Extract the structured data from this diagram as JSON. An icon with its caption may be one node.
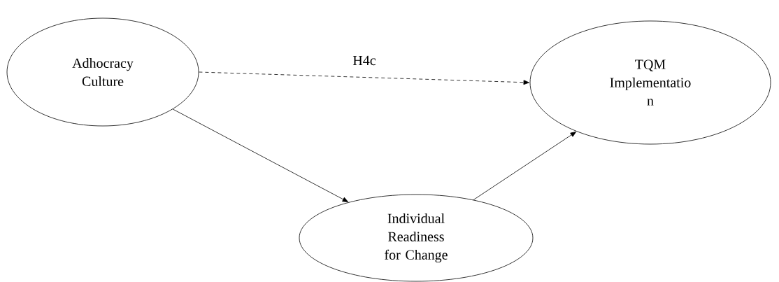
{
  "diagram": {
    "nodes": [
      {
        "text": [
          "Adhocracy Culture"
        ]
      },
      {
        "text": [
          "TQM Implementatio n"
        ]
      },
      {
        "text": [
          "Individual Readiness for Change"
        ]
      }
    ],
    "edges": [
      {
        "from": 0,
        "to": 1,
        "arrow": "to",
        "label": "H4c",
        "style": "dashed"
      },
      {
        "from": 0,
        "to": 2,
        "arrow": "to"
      },
      {
        "from": 2,
        "to": 1,
        "arrow": "to"
      }
    ]
  }
}
